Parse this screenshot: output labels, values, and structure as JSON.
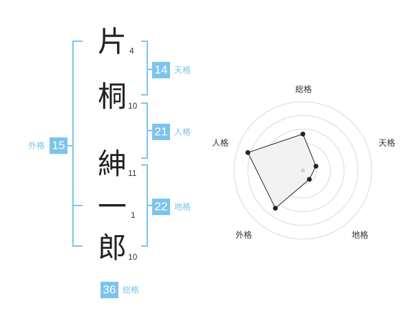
{
  "name": {
    "chars": [
      {
        "char": "片",
        "strokes": "4"
      },
      {
        "char": "桐",
        "strokes": "10"
      },
      {
        "char": "紳",
        "strokes": "11"
      },
      {
        "char": "一",
        "strokes": "1"
      },
      {
        "char": "郎",
        "strokes": "10"
      }
    ]
  },
  "fortune": {
    "tenkaku": {
      "value": "14",
      "label": "天格"
    },
    "jinkaku": {
      "value": "21",
      "label": "人格"
    },
    "chikaku": {
      "value": "22",
      "label": "地格"
    },
    "gaikaku": {
      "value": "15",
      "label": "外格"
    },
    "soukaku": {
      "value": "36",
      "label": "総格"
    }
  },
  "radar": {
    "labels": {
      "top": "総格",
      "right": "天格",
      "bottom_right": "地格",
      "bottom_left": "外格",
      "left": "人格"
    },
    "values_fraction": {
      "soukaku": 0.53,
      "tenkaku": 0.2,
      "chikaku": 0.16,
      "gaikaku": 0.68,
      "jinkaku": 0.84
    }
  },
  "colors": {
    "accent": "#7cc4ec",
    "accent_text": "#7cc4ec",
    "radar_fill": "#f2f2f2",
    "radar_line": "#222222",
    "ring": "#d8d8d8"
  }
}
